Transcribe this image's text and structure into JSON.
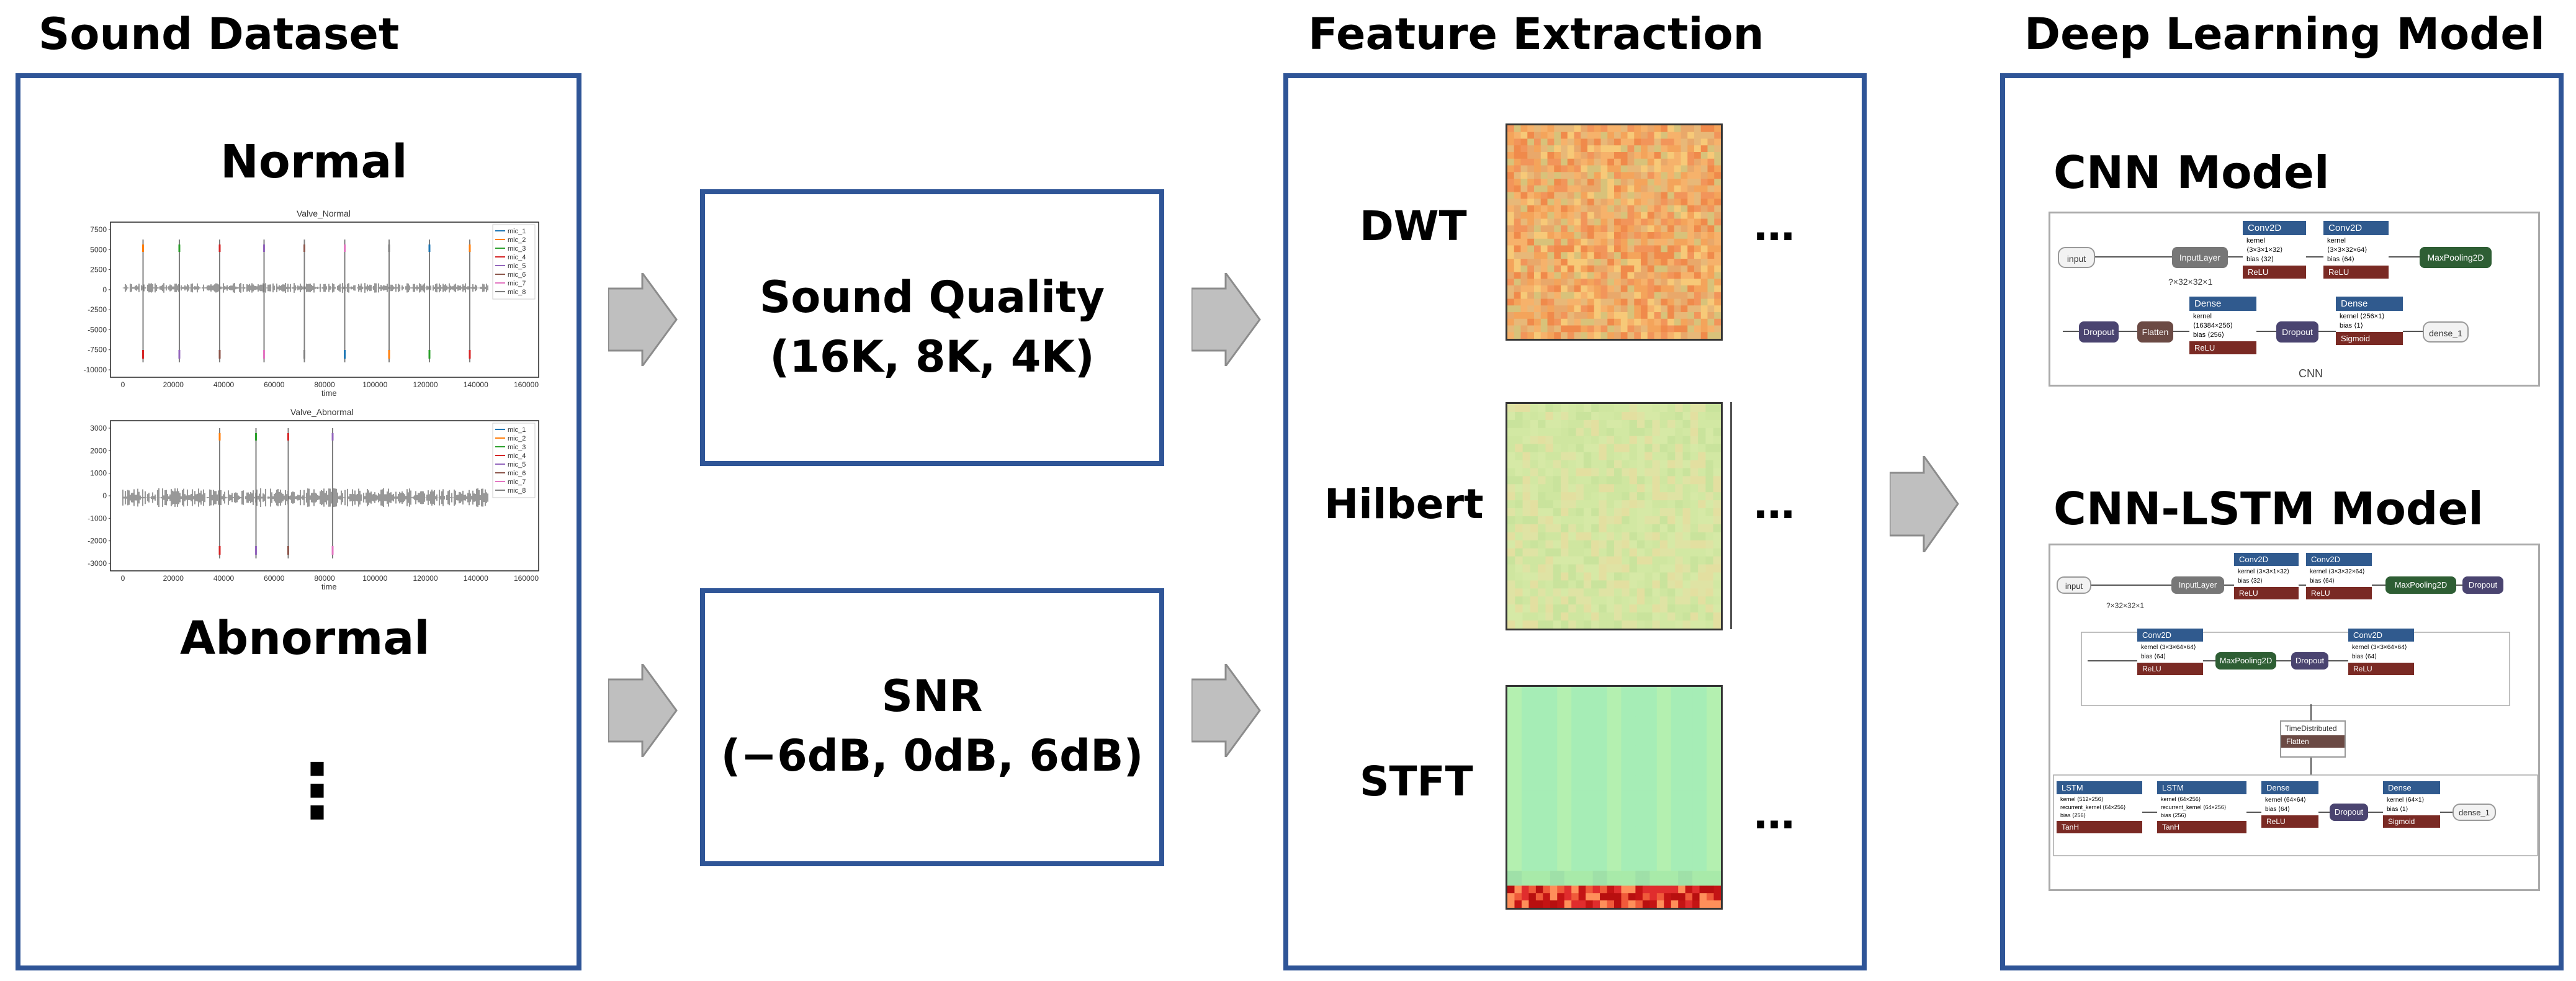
{
  "sections": {
    "dataset_title": "Sound Dataset",
    "feature_title": "Feature Extraction",
    "model_title": "Deep Learning Model"
  },
  "dataset": {
    "normal_label": "Normal",
    "abnormal_label": "Abnormal",
    "ellipsis": "⋮",
    "plot_normal": {
      "title": "Valve_Normal",
      "xlabel": "time",
      "yticks": [
        "7500",
        "5000",
        "2500",
        "0",
        "-2500",
        "-5000",
        "-7500",
        "-10000"
      ],
      "xticks": [
        "0",
        "20000",
        "40000",
        "60000",
        "80000",
        "100000",
        "120000",
        "140000",
        "160000"
      ],
      "legend": [
        "mic_1",
        "mic_2",
        "mic_3",
        "mic_4",
        "mic_5",
        "mic_6",
        "mic_7",
        "mic_8"
      ]
    },
    "plot_abnormal": {
      "title": "Valve_Abnormal",
      "xlabel": "time",
      "yticks": [
        "3000",
        "2000",
        "1000",
        "0",
        "-1000",
        "-2000",
        "-3000"
      ],
      "xticks": [
        "0",
        "20000",
        "40000",
        "60000",
        "80000",
        "100000",
        "120000",
        "140000",
        "160000"
      ],
      "legend": [
        "mic_1",
        "mic_2",
        "mic_3",
        "mic_4",
        "mic_5",
        "mic_6",
        "mic_7",
        "mic_8"
      ]
    }
  },
  "conditions": {
    "quality_line1": "Sound Quality",
    "quality_line2": "(16K, 8K, 4K)",
    "snr_line1": "SNR",
    "snr_line2": "(−6dB, 0dB, 6dB)"
  },
  "features": {
    "dwt": "DWT",
    "hilbert": "Hilbert",
    "stft": "STFT",
    "more": "…"
  },
  "models": {
    "cnn_title": "CNN Model",
    "cnnlstm_title": "CNN-LSTM Model",
    "cnn": {
      "input": "input",
      "input_shape": "?×32×32×1",
      "inputlayer": "InputLayer",
      "conv1": {
        "name": "Conv2D",
        "kernel": "kernel ⟨3×3×1×32⟩",
        "bias": "bias ⟨32⟩",
        "act": "ReLU"
      },
      "conv2": {
        "name": "Conv2D",
        "kernel": "kernel ⟨3×3×32×64⟩",
        "bias": "bias ⟨64⟩",
        "act": "ReLU"
      },
      "maxpool": "MaxPooling2D",
      "dropout1": "Dropout",
      "flatten": "Flatten",
      "dense1": {
        "name": "Dense",
        "kernel": "kernel ⟨16384×256⟩",
        "bias": "bias ⟨256⟩",
        "act": "ReLU"
      },
      "dropout2": "Dropout",
      "dense2": {
        "name": "Dense",
        "kernel": "kernel ⟨256×1⟩",
        "bias": "bias ⟨1⟩",
        "act": "Sigmoid"
      },
      "output": "dense_1",
      "caption": "CNN"
    },
    "cnnlstm": {
      "input": "input",
      "input_shape": "?×32×32×1",
      "inputlayer": "InputLayer",
      "conv1": {
        "name": "Conv2D",
        "kernel": "kernel ⟨3×3×1×32⟩",
        "bias": "bias ⟨32⟩",
        "act": "ReLU"
      },
      "conv2": {
        "name": "Conv2D",
        "kernel": "kernel ⟨3×3×32×64⟩",
        "bias": "bias ⟨64⟩",
        "act": "ReLU"
      },
      "maxpool1": "MaxPooling2D",
      "dropout1": "Dropout",
      "conv3": {
        "name": "Conv2D",
        "kernel": "kernel ⟨3×3×64×64⟩",
        "bias": "bias ⟨64⟩",
        "act": "ReLU"
      },
      "maxpool2": "MaxPooling2D",
      "dropout2": "Dropout",
      "conv4": {
        "name": "Conv2D",
        "kernel": "kernel ⟨3×3×64×64⟩",
        "bias": "bias ⟨64⟩",
        "act": "ReLU"
      },
      "timedist": "TimeDistributed",
      "flatten": "Flatten",
      "lstm1": {
        "name": "LSTM",
        "kernel": "kernel ⟨512×256⟩",
        "rkernel": "recurrent_kernel ⟨64×256⟩",
        "bias": "bias ⟨256⟩",
        "act": "TanH"
      },
      "lstm2": {
        "name": "LSTM",
        "kernel": "kernel ⟨64×256⟩",
        "rkernel": "recurrent_kernel ⟨64×256⟩",
        "bias": "bias ⟨256⟩",
        "act": "TanH"
      },
      "dense1": {
        "name": "Dense",
        "kernel": "kernel ⟨64×64⟩",
        "bias": "bias ⟨64⟩",
        "act": "ReLU"
      },
      "dropout3": "Dropout",
      "dense2": {
        "name": "Dense",
        "kernel": "kernel ⟨64×1⟩",
        "bias": "bias ⟨1⟩",
        "act": "Sigmoid"
      },
      "output": "dense_1"
    }
  },
  "colors": {
    "panel_border": "#2f5597",
    "arrow_fill": "#bfbfbf",
    "layer_blue": "#305a8e",
    "layer_red": "#7a2a24",
    "layer_green": "#2e5e34",
    "layer_purple": "#4a4470",
    "layer_brown": "#6b4a44"
  }
}
